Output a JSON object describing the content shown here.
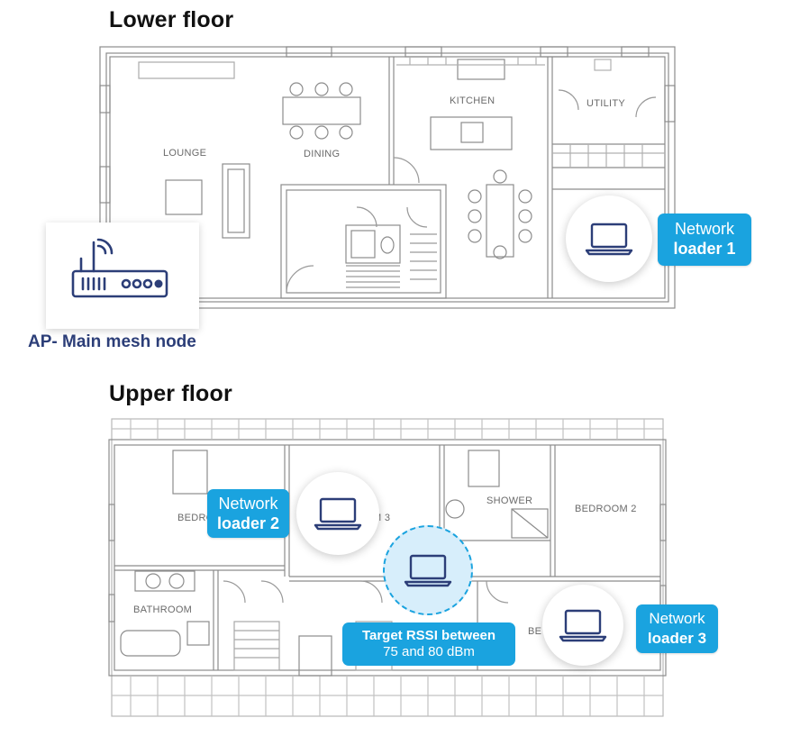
{
  "lower_floor": {
    "title": "Lower floor",
    "rooms": {
      "lounge": "LOUNGE",
      "dining": "DINING",
      "kitchen": "KITCHEN",
      "utility": "UTILITY"
    }
  },
  "upper_floor": {
    "title": "Upper floor",
    "rooms": {
      "bedroom_partial": "BEDRO",
      "room3_partial": "M 3",
      "shower": "SHOWER",
      "bedroom2": "BEDROOM 2",
      "bathroom": "BATHROOM",
      "bed_partial": "BE"
    }
  },
  "access_point": {
    "label": "AP- Main mesh node",
    "icon": "router-icon"
  },
  "network_loaders": [
    {
      "line1": "Network",
      "line2": "loader 1",
      "icon": "laptop-icon"
    },
    {
      "line1": "Network",
      "line2": "loader 2",
      "icon": "laptop-icon"
    },
    {
      "line1": "Network",
      "line2": "loader 3",
      "icon": "laptop-icon"
    }
  ],
  "target": {
    "line1": "Target RSSI between",
    "line2": "75 and 80 dBm",
    "icon": "laptop-icon"
  },
  "colors": {
    "accent": "#1aa3df",
    "router_blue": "#2c3e78",
    "wall": "#8a8a8a",
    "target_fill": "#d7eefb"
  }
}
